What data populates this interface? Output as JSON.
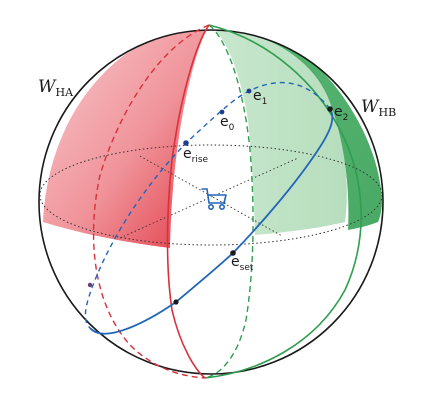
{
  "labels": {
    "w_ha": {
      "main": "W",
      "sub": "HA"
    },
    "w_hb": {
      "main": "W",
      "sub": "HB"
    },
    "e0": {
      "main": "e",
      "sub": "0"
    },
    "e1": {
      "main": "e",
      "sub": "1"
    },
    "e2": {
      "main": "e",
      "sub": "2"
    },
    "e_rise": {
      "main": "e",
      "sub": "rise"
    },
    "e_set": {
      "main": "e",
      "sub": "set"
    }
  },
  "icons": {
    "center": "cart-icon"
  },
  "colors": {
    "red_region": "#e8333f",
    "green_region": "#3aa65a",
    "trajectory": "#2166b8",
    "sphere_outline": "#1a1a1a",
    "dotted_lines": "#333333"
  }
}
